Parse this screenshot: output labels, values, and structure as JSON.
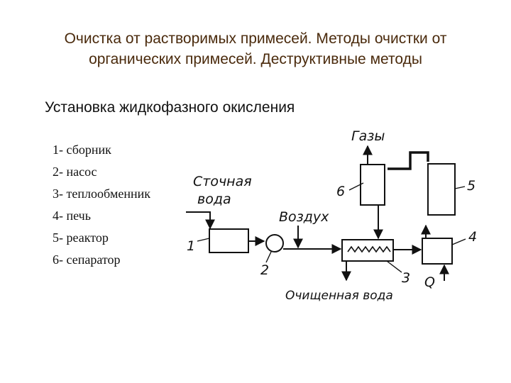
{
  "slide": {
    "title_line1": "Очистка от растворимых примесей. Методы очистки от",
    "title_line2": "органических примесей. Деструктивные методы",
    "subtitle": "Установка жидкофазного окисления"
  },
  "legend": [
    "1- сборник",
    "2- насос",
    "3- теплообменник",
    "4- печь",
    "5- реактор",
    "6- сепаратор"
  ],
  "diagram": {
    "labels": {
      "gases": "Газы",
      "wastewater_line1": "Сточная",
      "wastewater_line2": "вода",
      "air": "Воздух",
      "purified_water": "Очищенная вода",
      "heat": "Q"
    },
    "numbers": {
      "n1": "1",
      "n2": "2",
      "n3": "3",
      "n4": "4",
      "n5": "5",
      "n6": "6"
    }
  }
}
